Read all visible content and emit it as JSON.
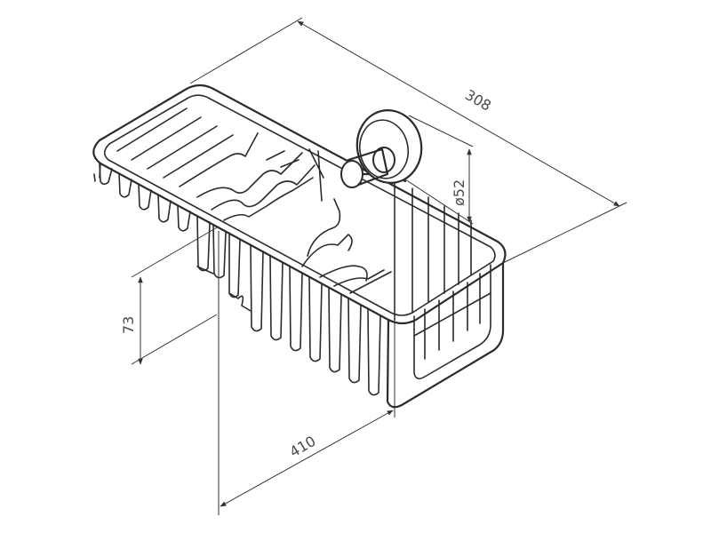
{
  "dimensions": {
    "length": "410",
    "height": "73",
    "width": "308",
    "mount_diameter": "ø52"
  }
}
